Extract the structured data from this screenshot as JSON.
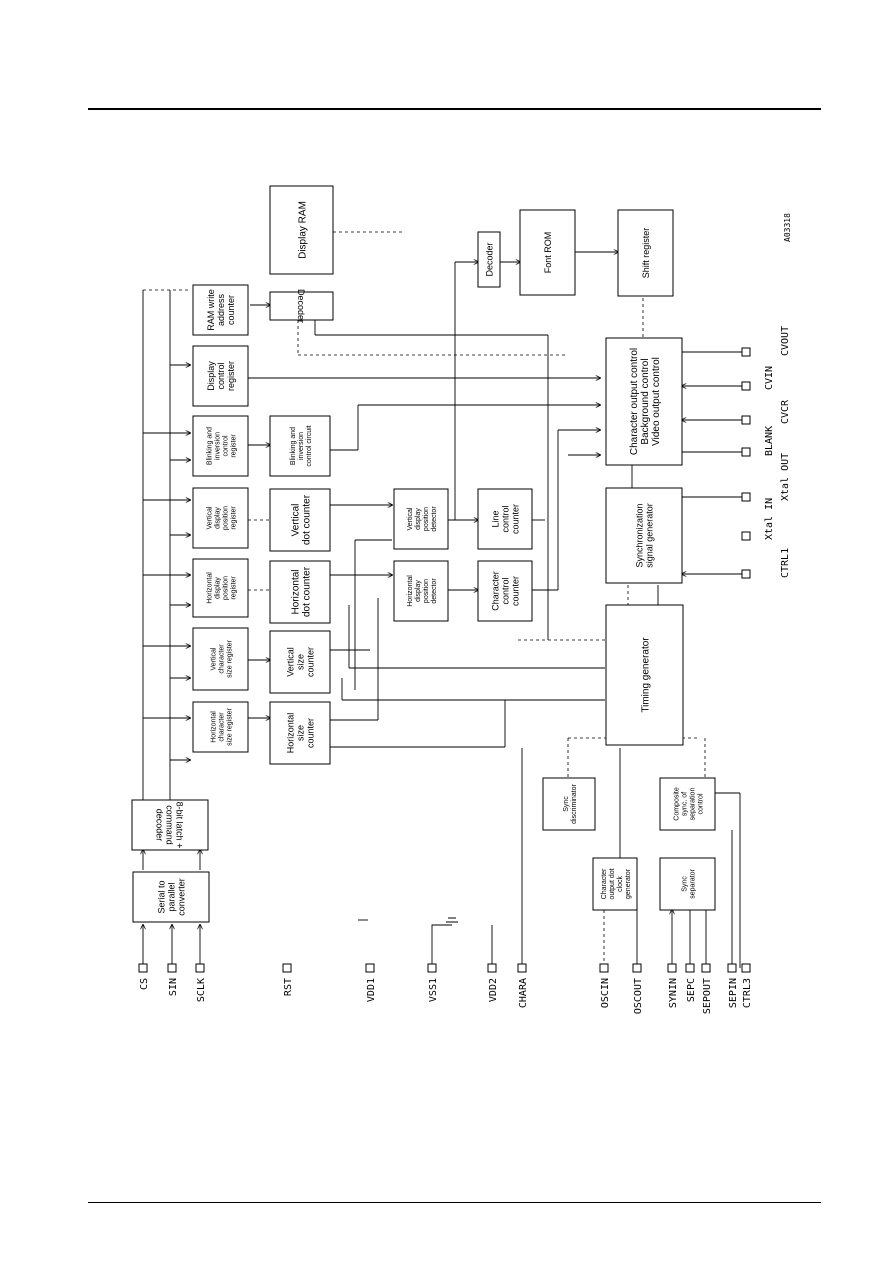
{
  "figure_ref": "A03318",
  "blocks": {
    "serial_to_parallel": [
      "Serial to",
      "parallel",
      "converter"
    ],
    "latch_decoder": [
      "8-bit latch +",
      "command",
      "decoder"
    ],
    "h_char_size_reg": [
      "Horizontal",
      "character",
      "size register"
    ],
    "v_char_size_reg": [
      "Vertical",
      "character",
      "size register"
    ],
    "h_disp_pos_reg": [
      "Horizontal",
      "display",
      "position",
      "register"
    ],
    "v_disp_pos_reg": [
      "Vertical",
      "display",
      "position",
      "register"
    ],
    "blink_inv_reg": [
      "Blinking and",
      "inversion",
      "control",
      "register"
    ],
    "display_ctrl_reg": [
      "Display",
      "control",
      "register"
    ],
    "ram_write_addr": [
      "RAM write",
      "address",
      "counter"
    ],
    "h_size_counter": [
      "Horizontal",
      "size",
      "counter"
    ],
    "v_size_counter": [
      "Vertical",
      "size",
      "counter"
    ],
    "h_dot_counter": [
      "Horizontal",
      "dot counter"
    ],
    "v_dot_counter": [
      "Vertical",
      "dot counter"
    ],
    "blink_inv_circuit": [
      "Blinking and",
      "inversion",
      "control circuit"
    ],
    "decoder_ram": [
      "Decoder"
    ],
    "display_ram": [
      "Display RAM"
    ],
    "h_disp_pos_det": [
      "Horizontal",
      "display",
      "position",
      "detector"
    ],
    "v_disp_pos_det": [
      "Vertical",
      "display",
      "position",
      "detector"
    ],
    "char_ctrl_counter": [
      "Character",
      "control",
      "counter"
    ],
    "line_ctrl_counter": [
      "Line",
      "control",
      "counter"
    ],
    "decoder_font": [
      "Decoder"
    ],
    "font_rom": [
      "Font ROM"
    ],
    "shift_register": [
      "Shift register"
    ],
    "timing_generator": [
      "Timing generator"
    ],
    "sync_signal_gen": [
      "Synchronization",
      "signal generator"
    ],
    "char_output_ctrl": [
      "Character output control",
      "Background control",
      "Video output control"
    ],
    "sync_discriminator": [
      "Sync",
      "discriminator"
    ],
    "composite_sync_ctrl": [
      "Composite",
      "sync. of",
      "separation",
      "control"
    ],
    "char_dot_clock_gen": [
      "Character",
      "output dot",
      "clock",
      "generator"
    ],
    "sync_separator": [
      "Sync",
      "separator"
    ]
  },
  "pins_left": [
    "CS",
    "SIN",
    "SCLK",
    "RST",
    "VDD1",
    "VSS1",
    "VDD2",
    "CHARA",
    "OSCIN",
    "OSCOUT",
    "SYNIN",
    "SEPC",
    "SEPOUT",
    "SEPIN",
    "CTRL3"
  ],
  "pins_right": [
    "CTRL1",
    "Xtal IN",
    "Xtal OUT",
    "BLANK",
    "CVCR",
    "CVIN",
    "CVOUT"
  ]
}
